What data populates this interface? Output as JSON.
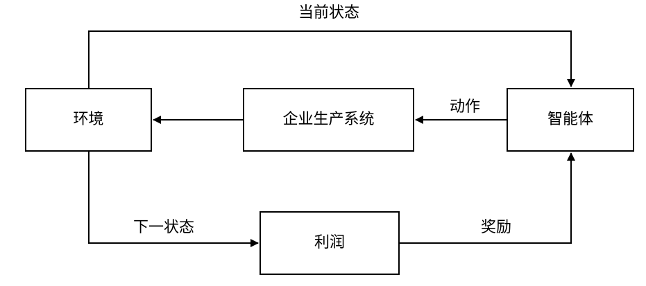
{
  "nodes": {
    "environment": "环境",
    "production_system": "企业生产系统",
    "agent": "智能体",
    "profit": "利润"
  },
  "edges": {
    "current_state": "当前状态",
    "action": "动作",
    "next_state": "下一状态",
    "reward": "奖励"
  },
  "colors": {
    "line": "#000000",
    "background": "#ffffff"
  }
}
